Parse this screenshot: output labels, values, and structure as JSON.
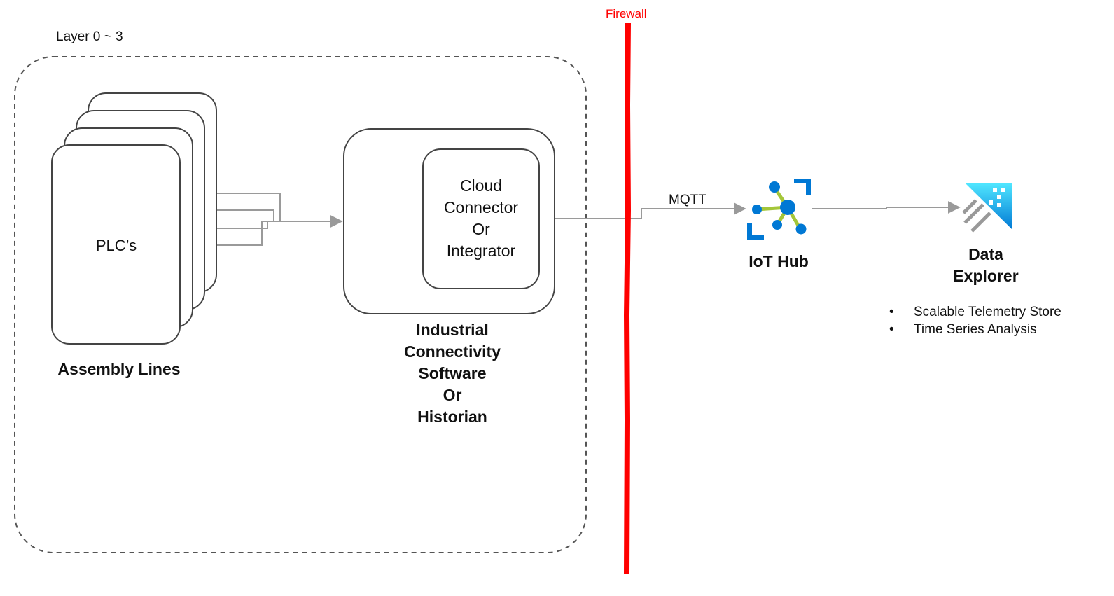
{
  "layer_label": "Layer 0 ~ 3",
  "firewall": {
    "label": "Firewall",
    "color": "#ff0000"
  },
  "plcs": {
    "label": "PLC’s",
    "stack_count": 4
  },
  "assembly_lines": {
    "label": "Assembly Lines"
  },
  "cloud_connector": {
    "lines": [
      "Cloud",
      "Connector",
      "Or",
      "Integrator"
    ]
  },
  "industrial_software": {
    "lines": [
      "Industrial",
      "Connectivity",
      "Software",
      "Or",
      "Historian"
    ]
  },
  "protocol": {
    "label": "MQTT"
  },
  "iot_hub": {
    "label": "IoT Hub",
    "icon": "iot-hub-icon",
    "colors": {
      "blue": "#0078d4",
      "green": "#a4c639"
    }
  },
  "data_explorer": {
    "lines": [
      "Data",
      "Explorer"
    ],
    "icon": "data-explorer-icon",
    "colors": {
      "top": "#50e6ff",
      "bottom": "#0078d4",
      "streaks": "#999999"
    }
  },
  "features": [
    "Scalable Telemetry Store",
    "Time Series Analysis"
  ]
}
